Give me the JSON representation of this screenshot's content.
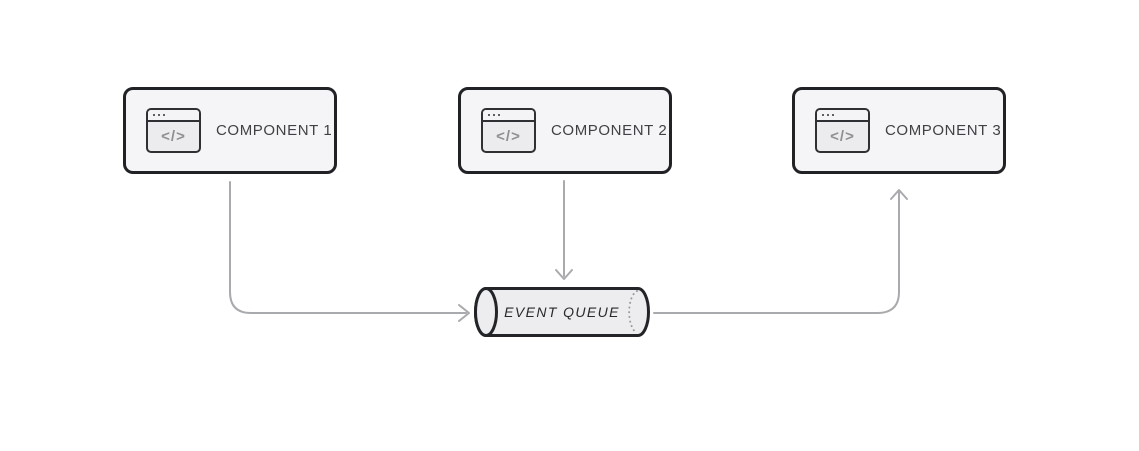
{
  "diagram": {
    "components": [
      {
        "label": "COMPONENT 1",
        "icon": "code-window-icon"
      },
      {
        "label": "COMPONENT 2",
        "icon": "code-window-icon"
      },
      {
        "label": "COMPONENT 3",
        "icon": "code-window-icon"
      }
    ],
    "icon_glyph": "</>",
    "queue": {
      "label": "EVENT QUEUE",
      "shape": "cylinder"
    },
    "connections": [
      {
        "from": "component-1",
        "to": "event-queue",
        "direction": "down-then-right"
      },
      {
        "from": "component-2",
        "to": "event-queue",
        "direction": "down"
      },
      {
        "from": "event-queue",
        "to": "component-3",
        "direction": "right-then-up"
      }
    ],
    "colors": {
      "background": "#ffffff",
      "box_bg": "#f5f5f7",
      "box_border": "#202226",
      "label_text": "#3f4144",
      "arrow": "#a8aaad",
      "cylinder_bg": "#ededef",
      "cylinder_border": "#222428",
      "queue_text": "#28292c",
      "icon_glyph_color": "#8d8f93"
    }
  }
}
